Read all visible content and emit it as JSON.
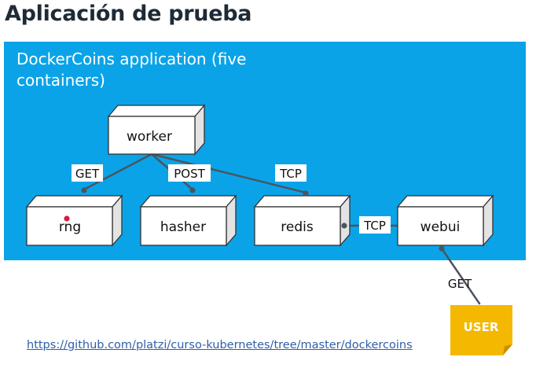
{
  "slide": {
    "title": "Aplicación de prueba",
    "panel_label": "DockerCoins application (five containers)",
    "link": "https://github.com/platzi/curso-kubernetes/tree/master/dockercoins"
  },
  "diagram": {
    "nodes": {
      "worker": "worker",
      "rng": "rng",
      "hasher": "hasher",
      "redis": "redis",
      "webui": "webui",
      "user": "USER"
    },
    "edges": {
      "worker_rng": "GET",
      "worker_hasher": "POST",
      "worker_redis": "TCP",
      "redis_webui": "TCP",
      "webui_user": "GET"
    }
  },
  "colors": {
    "panel": "#0aa3e8",
    "box_front": "#ffffff",
    "box_side": "#e3e3e3",
    "user_note": "#f5b800",
    "connector": "#4a5560",
    "marker": "#d81b3c"
  }
}
